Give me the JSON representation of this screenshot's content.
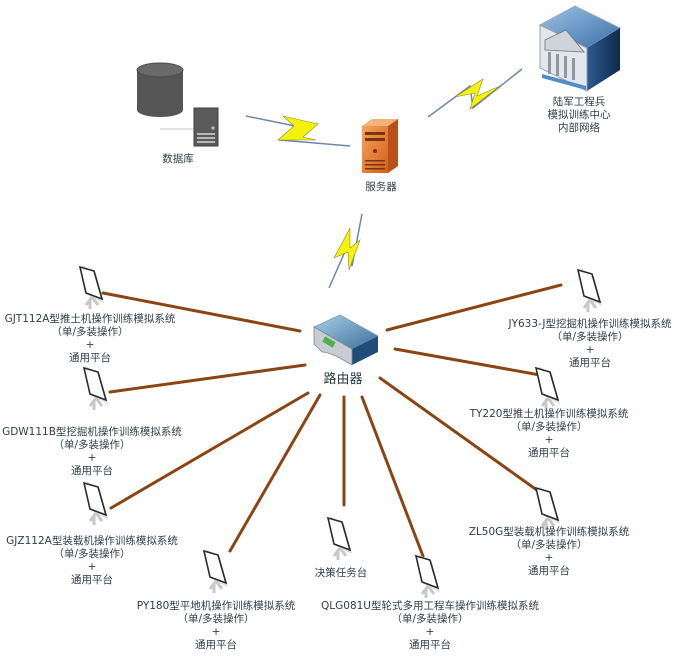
{
  "title": "陆军工程兵模拟训练中心内部网络拓扑",
  "colors": {
    "link_brown": "#8b4513",
    "lightning_yellow": "#f2f20a",
    "server_orange": "#e8782a",
    "router_blue": "#3b6f9c",
    "building_blue": "#2f5f95",
    "database_gray": "#555555",
    "label_text": "#2f3e46"
  },
  "nodes": {
    "hq": {
      "lines": [
        "陆军工程兵",
        "模拟训练中心",
        "内部网络"
      ],
      "icon": "building-icon"
    },
    "database": {
      "label": "数据库",
      "icon": "database-icon"
    },
    "server": {
      "label": "服务器",
      "icon": "server-icon"
    },
    "router": {
      "label": "路由器",
      "icon": "router-icon"
    }
  },
  "terminals": [
    {
      "id": "gjt112a",
      "lines": [
        "GJT112A型推土机操作训练模拟系统",
        "（单/多装操作）",
        "+",
        "通用平台"
      ]
    },
    {
      "id": "gdw111b",
      "lines": [
        "GDW111B型挖掘机操作训练模拟系统",
        "（单/多装操作）",
        "+",
        "通用平台"
      ]
    },
    {
      "id": "gjz112a",
      "lines": [
        "GJZ112A型装载机操作训练模拟系统",
        "（单/多装操作）",
        "+",
        "通用平台"
      ]
    },
    {
      "id": "py180",
      "lines": [
        "PY180型平地机操作训练模拟系统",
        "（单/多装操作）",
        "+",
        "通用平台"
      ]
    },
    {
      "id": "decision",
      "lines": [
        "决策任务台"
      ]
    },
    {
      "id": "qlg081u",
      "lines": [
        "QLG081U型轮式多用工程车操作训练模拟系统",
        "（单/多装操作）",
        "+",
        "通用平台"
      ]
    },
    {
      "id": "zl50g",
      "lines": [
        "ZL50G型装载机操作训练模拟系统",
        "（单/多装操作）",
        "+",
        "通用平台"
      ]
    },
    {
      "id": "ty220",
      "lines": [
        "TY220型推土机操作训练模拟系统",
        "（单/多装操作）",
        "+",
        "通用平台"
      ]
    },
    {
      "id": "jy633j",
      "lines": [
        "JY633-J型挖掘机操作训练模拟系统",
        "（单/多装操作）",
        "+",
        "通用平台"
      ]
    }
  ],
  "links": [
    {
      "from": "database",
      "to": "server",
      "type": "wireless"
    },
    {
      "from": "server",
      "to": "hq",
      "type": "wireless"
    },
    {
      "from": "server",
      "to": "router",
      "type": "wireless"
    },
    {
      "from": "router",
      "to": "gjt112a",
      "type": "wired"
    },
    {
      "from": "router",
      "to": "gdw111b",
      "type": "wired"
    },
    {
      "from": "router",
      "to": "gjz112a",
      "type": "wired"
    },
    {
      "from": "router",
      "to": "py180",
      "type": "wired"
    },
    {
      "from": "router",
      "to": "decision",
      "type": "wired"
    },
    {
      "from": "router",
      "to": "qlg081u",
      "type": "wired"
    },
    {
      "from": "router",
      "to": "zl50g",
      "type": "wired"
    },
    {
      "from": "router",
      "to": "ty220",
      "type": "wired"
    },
    {
      "from": "router",
      "to": "jy633j",
      "type": "wired"
    }
  ]
}
